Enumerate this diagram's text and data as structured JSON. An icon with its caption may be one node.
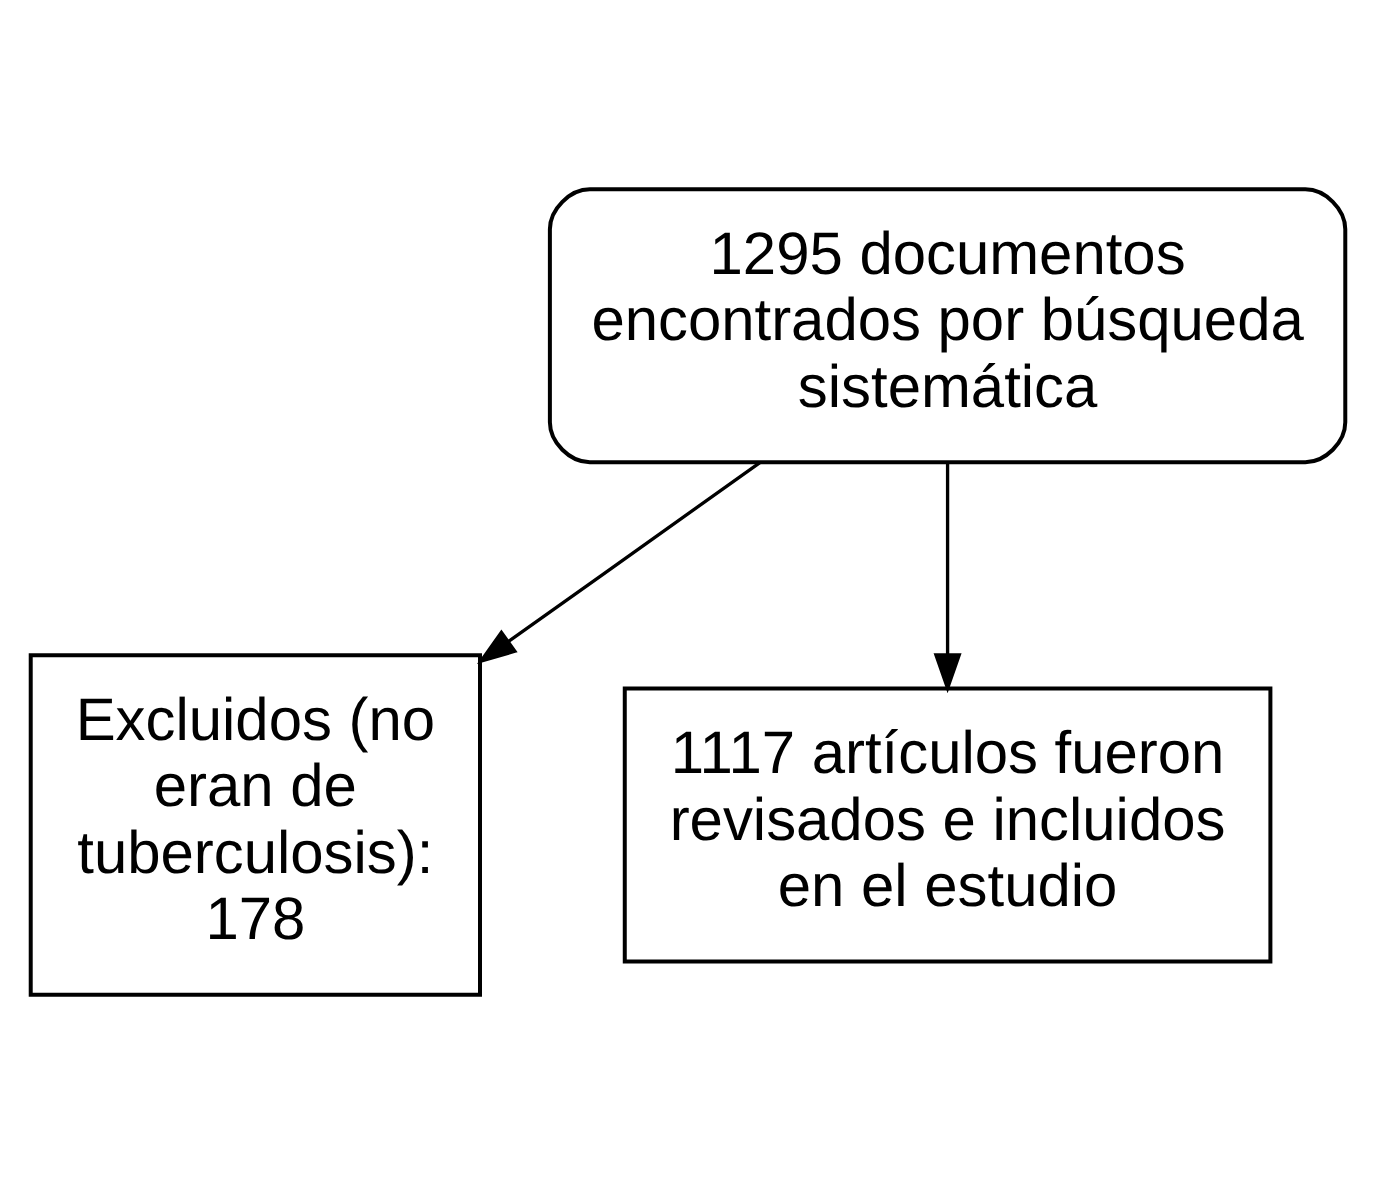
{
  "diagram": {
    "nodes": [
      {
        "text": [
          "1295 documentos encontrados por búsqueda sistemática"
        ]
      },
      {
        "text": [
          "Excluidos (no eran de tuberculosis): 178"
        ]
      },
      {
        "text": [
          "1117 artículos fueron revisados e incluidos en el estudio"
        ]
      }
    ],
    "edges": [
      {
        "from": 0,
        "to": 1,
        "arrow": "to"
      },
      {
        "from": 0,
        "to": 2,
        "arrow": "to"
      }
    ]
  }
}
